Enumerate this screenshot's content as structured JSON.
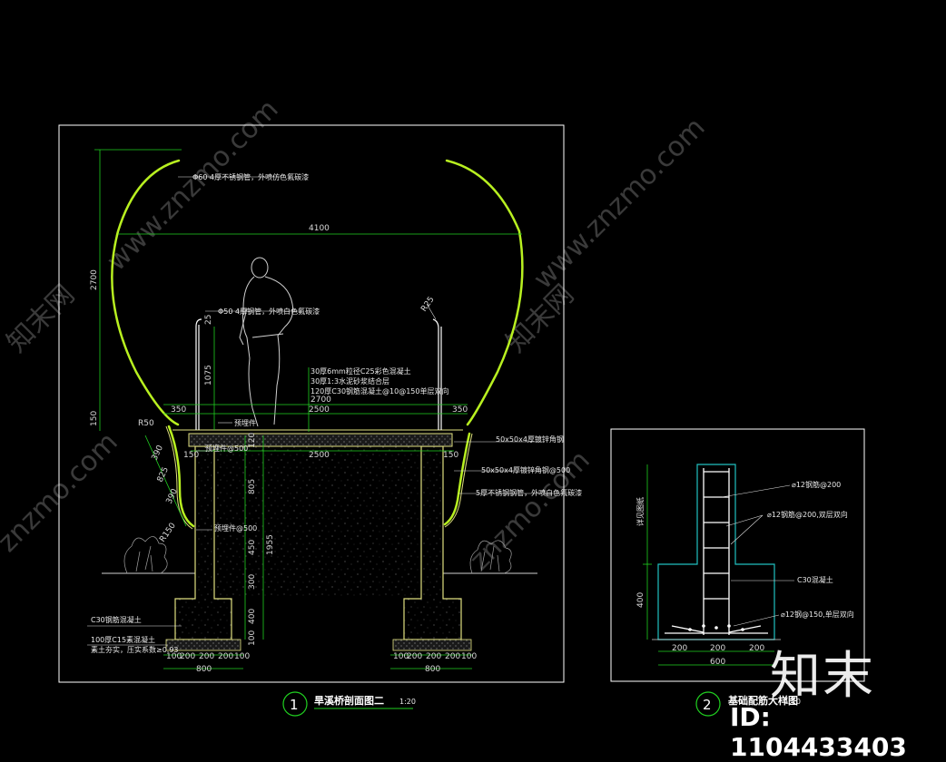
{
  "drawing_1": {
    "title": "旱溪桥剖面图二",
    "scale": "1:20",
    "number": "1",
    "dims": {
      "width_top": "4100",
      "height_total": "2700",
      "base_150": "150",
      "d_1075": "1075",
      "d_25": "25",
      "r25": "R25",
      "r50": "R50",
      "r150": "R150",
      "d_350_left": "350",
      "d_350_right": "350",
      "d_2500_top": "2500",
      "d_2700": "2700",
      "d_2500_mid": "2500",
      "d_150_left": "150",
      "d_150_right": "150",
      "d_120": "120",
      "d_805": "805",
      "d_450": "450",
      "d_300": "300",
      "d_400": "400",
      "d_100": "100",
      "d_1955": "1955",
      "d_390a": "390",
      "d_825": "825",
      "d_390b": "390",
      "foot_left": [
        "100",
        "200",
        "200",
        "200",
        "100"
      ],
      "foot_right": [
        "100",
        "200",
        "200",
        "200",
        "100"
      ],
      "foot_total_left": "800",
      "foot_total_right": "800"
    },
    "notes": {
      "rail_top": "Φ60 4厚不锈钢管，外喷仿色氟碳漆",
      "rail_post": "Φ50 4厚钢管，外喷白色氟碳漆",
      "deck_1": "30厚6mm粒径C25彩色混凝土",
      "deck_2": "30厚1:3水泥砂浆结合层",
      "deck_3": "120厚C30钢筋混凝土@10@150单层双向",
      "embed_1": "预埋件",
      "embed_2": "预埋件@500",
      "embed_3": "预埋件@500",
      "angle_1": "50x50x4厚镀锌角钢",
      "angle_2": "50x50x4厚镀锌角钢@500",
      "tube": "5厚不锈钢钢管，外喷白色氟碳漆",
      "c30": "C30钢筋混凝土",
      "c15": "100厚C15素混凝土",
      "soil": "素土夯实，压实系数≥0.93"
    }
  },
  "drawing_2": {
    "title": "基础配筋大样图",
    "scale": "1:10",
    "number": "2",
    "notes": {
      "r1": "⌀12钢筋@200",
      "r2": "⌀12钢筋@200,双层双向",
      "c30": "C30混凝土",
      "r3": "⌀12钢@150,单层双向",
      "height_label": "详见图纸"
    },
    "dims": {
      "d_400": "400",
      "b1": "200",
      "b2": "200",
      "b3": "200",
      "total": "600"
    }
  },
  "watermark": {
    "site": "www.znzmo.com",
    "short": "znzmo.com",
    "cn": "知末网"
  },
  "logo": {
    "brand": "知末",
    "id": "ID: 1104433403"
  },
  "colors": {
    "frame": "#ffffff",
    "rail": "#b8f020",
    "dim": "#20d020",
    "concrete": "#e0e080",
    "rebar": "#ffffff",
    "foundation": "#20c0c0"
  }
}
